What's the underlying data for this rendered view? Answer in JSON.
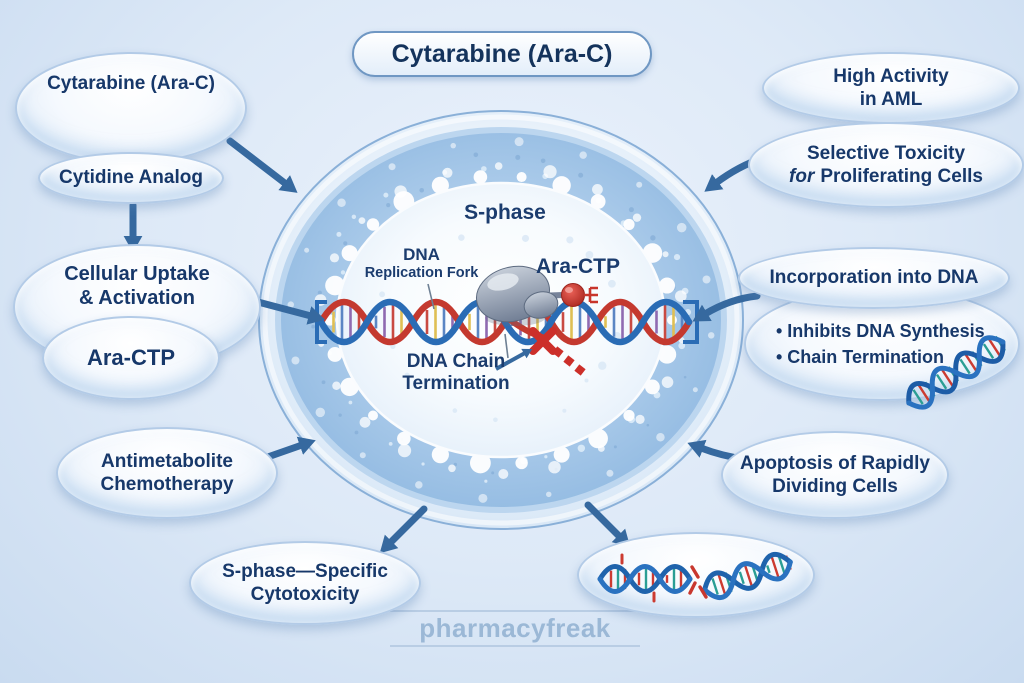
{
  "title": {
    "label": "Cytarabine (Ara-C)"
  },
  "nodes": {
    "drug": {
      "label": "Cytarabine (Ara-C)"
    },
    "analog": {
      "label": "Cytidine Analog"
    },
    "uptake": {
      "line1": "Cellular Uptake",
      "line2": "& Activation"
    },
    "ara_ctp": {
      "label": "Ara-CTP"
    },
    "aml": {
      "line1": "High Activity",
      "line2": "in AML"
    },
    "selective": {
      "line1": "Selective Toxicity",
      "line2_em": "for",
      "line2": "Proliferating Cells"
    },
    "incorporation": {
      "label": "Incorporation into DNA"
    },
    "mechanisms": {
      "bullet1": "• Inhibits DNA Synthesis",
      "bullet2": "• Chain Termination"
    },
    "antimetabolite": {
      "line1": "Antimetabolite",
      "line2": "Chemotherapy"
    },
    "sphase_specific": {
      "line1": "S-phase—Specific",
      "line2": "Cytotoxicity"
    },
    "apoptosis": {
      "line1": "Apoptosis of Rapidly",
      "line2": "Dividing Cells"
    }
  },
  "cell": {
    "phase": "S-phase",
    "fork_line1": "DNA",
    "fork_line2": "Replication Fork",
    "ara_ctp": "Ara-CTP",
    "termination_line1": "DNA Chain",
    "termination_line2": "Termination"
  },
  "watermark": {
    "label": "pharmacyfreak"
  },
  "colors": {
    "text_navy": "#17386a",
    "arrow_blue": "#36699f",
    "strand_blue": "#2a6cb5",
    "strand_red": "#c4392f",
    "accent_red": "#cc2f2a",
    "watermark_blue": "#9bb8d6"
  }
}
